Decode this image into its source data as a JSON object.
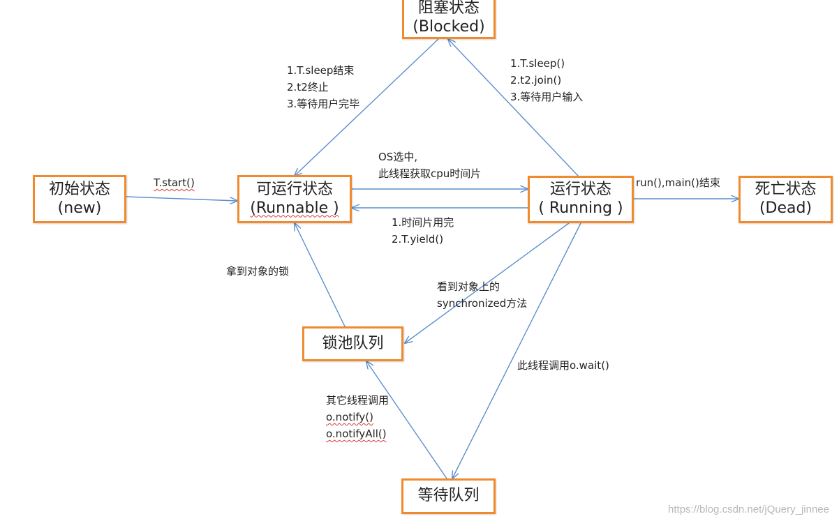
{
  "states": {
    "new": {
      "line1": "初始状态",
      "line2": "(new)"
    },
    "runnable": {
      "line1": "可运行状态",
      "line2": "(Runnable )"
    },
    "running": {
      "line1": "运行状态",
      "line2": "( Running )"
    },
    "dead": {
      "line1": "死亡状态",
      "line2": "(Dead)"
    },
    "blocked": {
      "line1": "阻塞状态",
      "line2": "(Blocked)"
    },
    "lock_pool": {
      "line1": "锁池队列"
    },
    "wait_queue": {
      "line1": "等待队列"
    }
  },
  "labels": {
    "start": "T.start()",
    "os_select": [
      "OS选中,",
      "此线程获取cpu时间片"
    ],
    "yield": [
      "1.时间片用完",
      "2.T.yield()"
    ],
    "run_end": "run(),main()结束",
    "blocked_end": [
      "1.T.sleep结束",
      "2.t2终止",
      "3.等待用户完毕"
    ],
    "to_blocked": [
      "1.T.sleep()",
      "2.t2.join()",
      "3.等待用户输入"
    ],
    "get_lock": "拿到对象的锁",
    "sync": [
      "看到对象上的",
      "synchronized方法"
    ],
    "wait": "此线程调用o.wait()",
    "notify": [
      "其它线程调用",
      "o.notify()",
      "o.notifyAll()"
    ]
  },
  "colors": {
    "box_border": "#f08a2c",
    "arrow": "#5b8fce",
    "text": "#222222",
    "spellcheck": "#d43b3b",
    "watermark": "#b8b8b8"
  },
  "watermark": "https://blog.csdn.net/jQuery_jinnee"
}
